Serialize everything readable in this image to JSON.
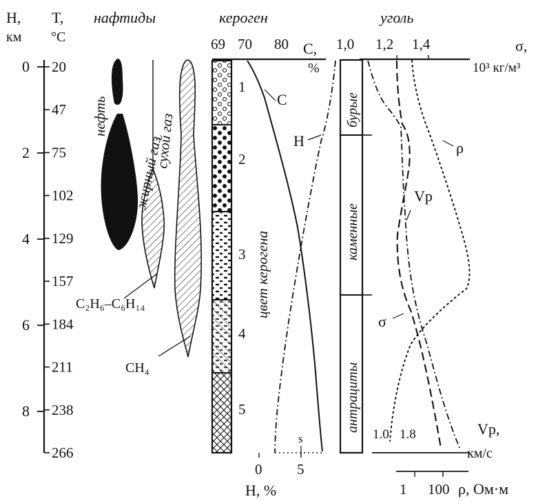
{
  "header": {
    "depth_label": "H,",
    "depth_unit": "км",
    "temp_label": "T,",
    "temp_unit": "°C",
    "naphthides_title": "нафтиды",
    "kerogen_title": "кероген",
    "coal_title": "уголь"
  },
  "depth_axis": {
    "ticks": [
      {
        "label": "0",
        "value": 0
      },
      {
        "label": "2",
        "value": 2
      },
      {
        "label": "4",
        "value": 4
      },
      {
        "label": "6",
        "value": 6
      },
      {
        "label": "8",
        "value": 8
      }
    ]
  },
  "temp_axis": {
    "ticks": [
      "20",
      "47",
      "75",
      "102",
      "129",
      "157",
      "184",
      "211",
      "238",
      "266"
    ]
  },
  "naphthides": {
    "oil_label": "нефть",
    "wet_gas_label": "жирный газ",
    "dry_gas_label": "сухой газ",
    "wet_gas_formula": "C₂H₆–C₆H₁₄",
    "dry_gas_formula": "CH₄"
  },
  "kerogen": {
    "c_axis_ticks": [
      "69",
      "70",
      "80"
    ],
    "c_axis_label": "C,",
    "c_axis_unit": "%",
    "h_axis_ticks": [
      "0",
      "5"
    ],
    "h_axis_label": "H, %",
    "zones": [
      {
        "label": "1",
        "pattern": "circles"
      },
      {
        "label": "2",
        "pattern": "dots"
      },
      {
        "label": "3",
        "pattern": "dashes"
      },
      {
        "label": "4",
        "pattern": "hatch-dashes"
      },
      {
        "label": "5",
        "pattern": "crosshatch"
      }
    ],
    "c_curve_label": "C",
    "h_curve_label": "H",
    "color_label": "цвет керогена",
    "s_label": "s"
  },
  "coal": {
    "sigma_ticks": [
      "1,0",
      "1,2",
      "1,4"
    ],
    "sigma_label": "σ,",
    "sigma_unit": "10³ кг/м³",
    "ranks": [
      "бурые",
      "каменные",
      "антрациты"
    ],
    "rho_label": "ρ",
    "vp_label": "Vp",
    "sigma_curve_label": "σ",
    "vp_axis_ticks": [
      "1.0",
      "1.8"
    ],
    "vp_axis_label": "Vp,",
    "vp_axis_unit": "км/с",
    "rho_axis_ticks": [
      "1",
      "100"
    ],
    "rho_axis_label": "ρ, Ом·м"
  }
}
